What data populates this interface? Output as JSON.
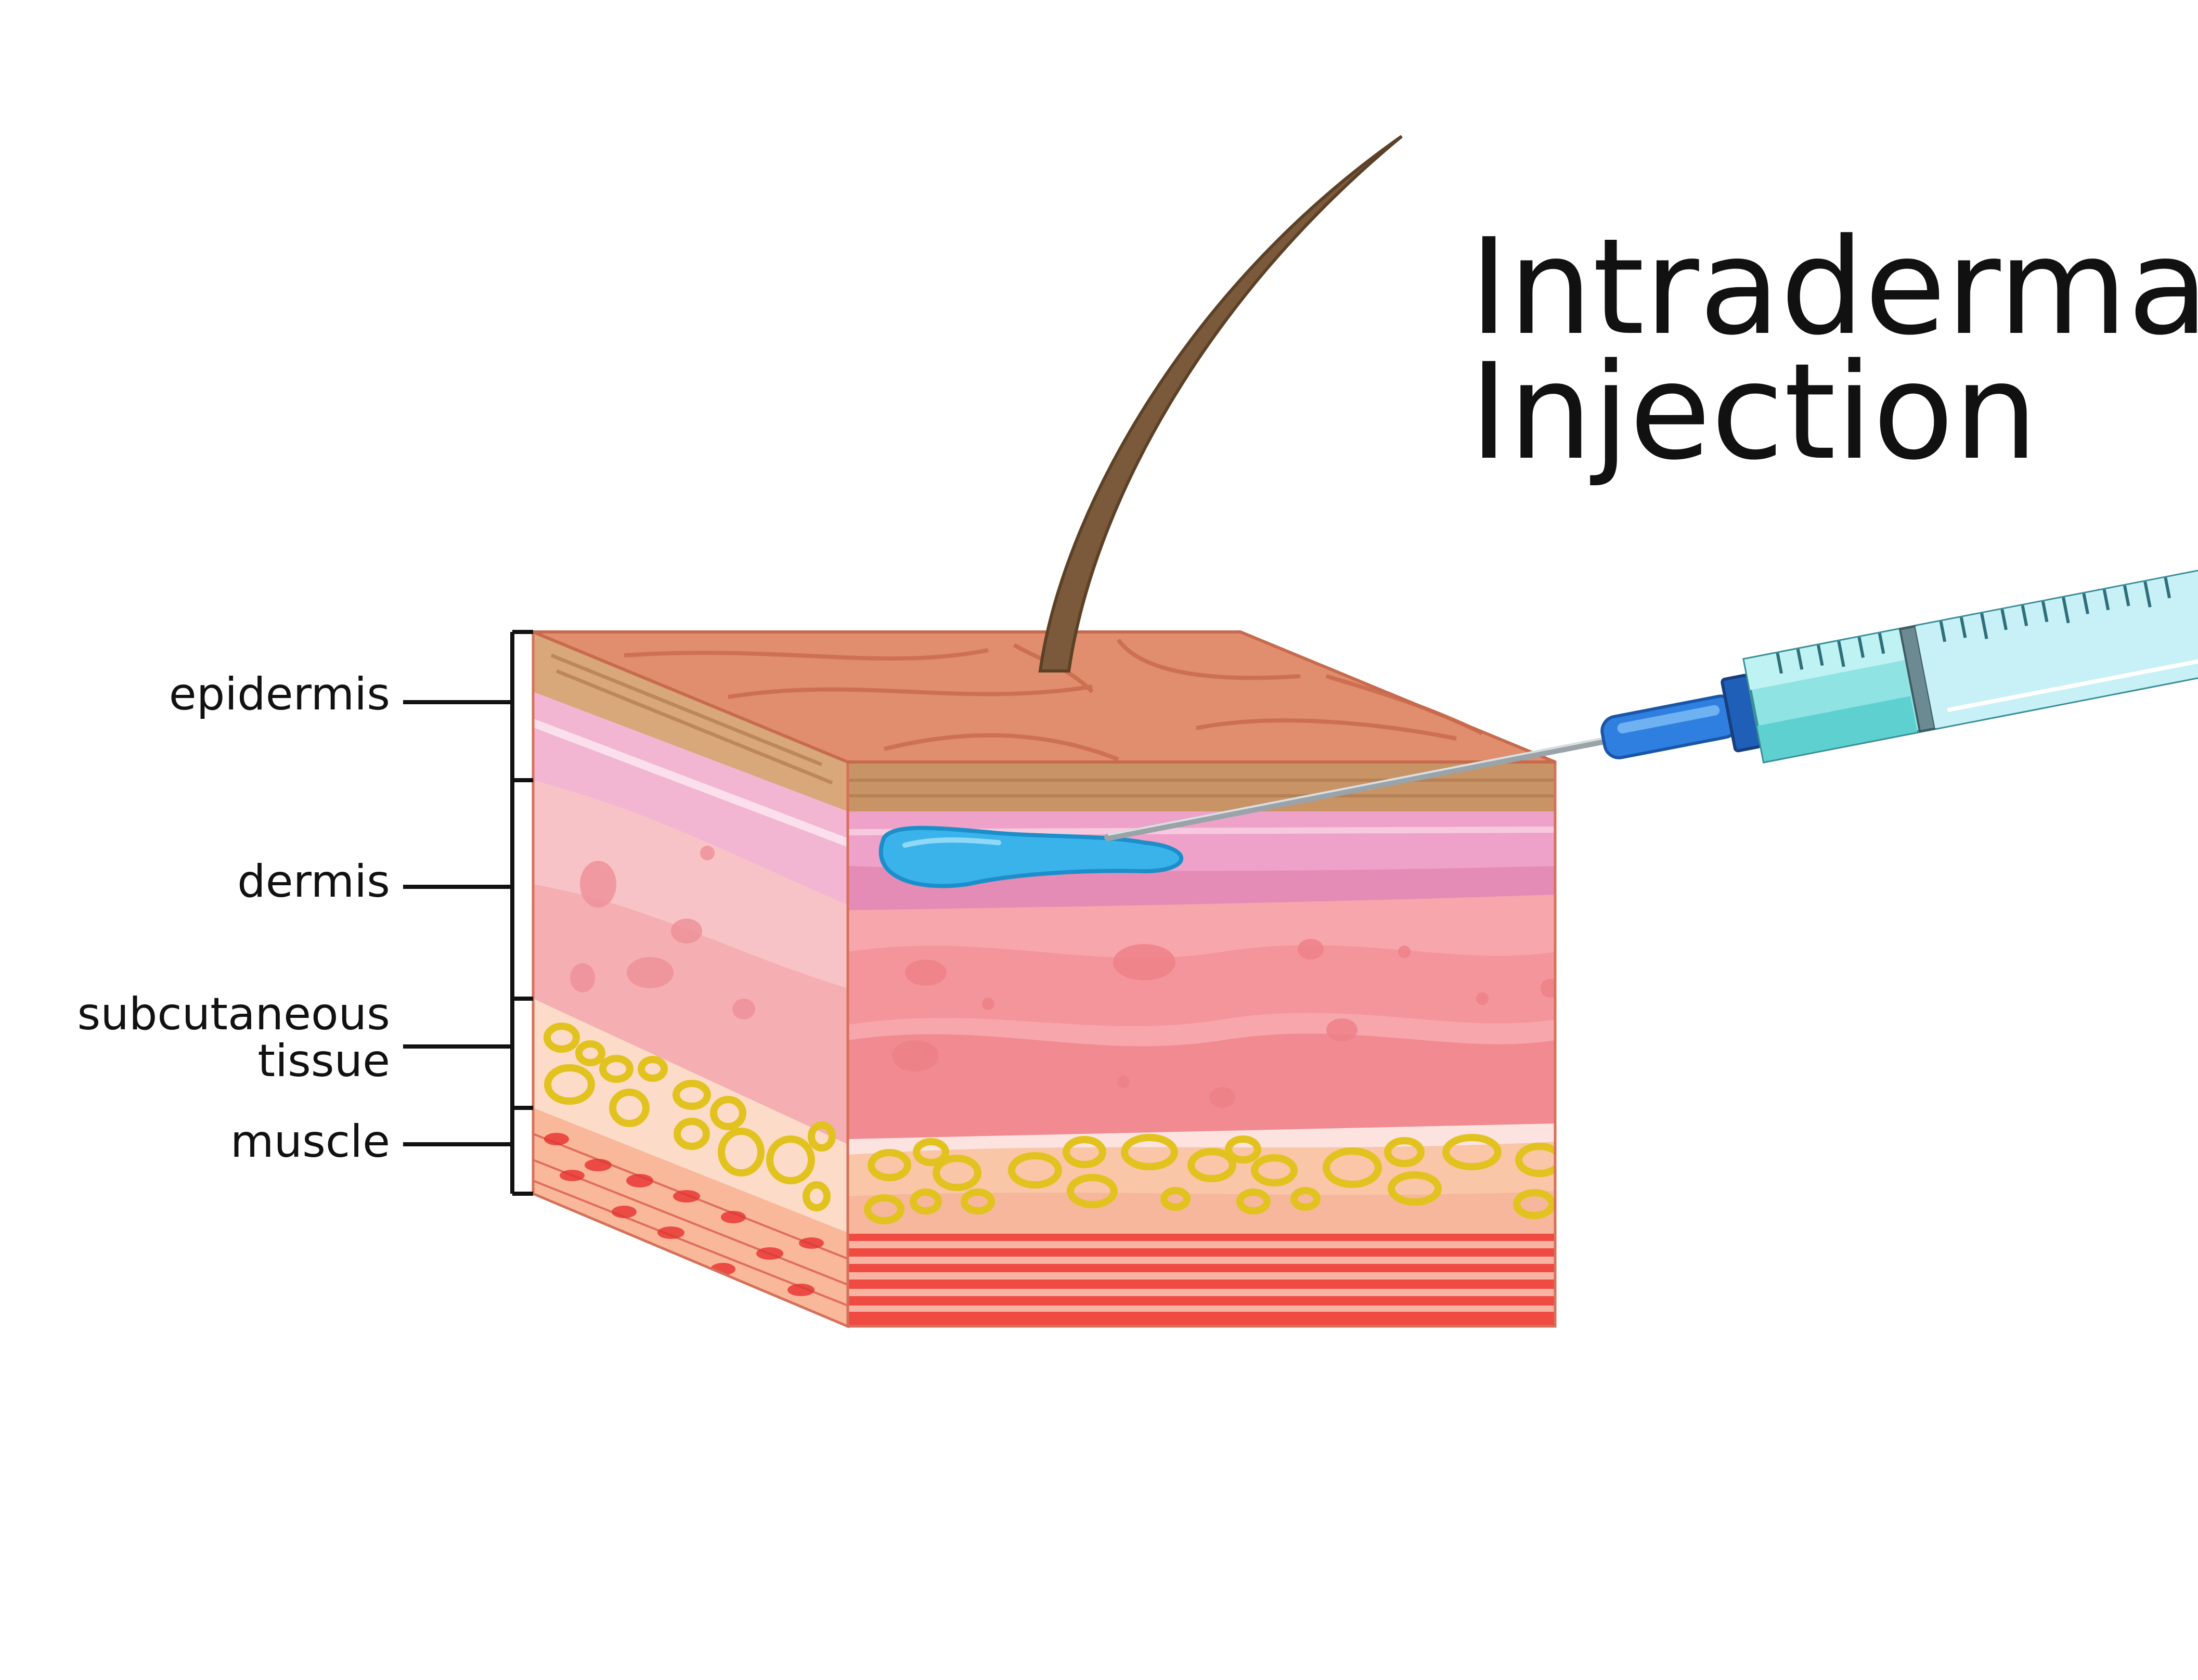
{
  "title": {
    "line1": "Intradermal",
    "line2": "Injection"
  },
  "labels": {
    "epidermis": "epidermis",
    "dermis": "dermis",
    "subcutaneous_line1": "subcutaneous",
    "subcutaneous_line2": "tissue",
    "muscle": "muscle"
  },
  "colors": {
    "skin_top": "#e08e6e",
    "epidermis": "#b9865a",
    "dermis_pink": "#f2a7b2",
    "dermis_upper": "#e88fb7",
    "fat_yellow": "#f2d43a",
    "fat_bg": "#f9c7a8",
    "muscle_red": "#f04b43",
    "fluid_blue": "#3ab3ea",
    "syringe_cyan": "#8fe3e3",
    "hub_blue": "#2f7fe0",
    "hair": "#7a5a3a",
    "bracket": "#111111"
  }
}
